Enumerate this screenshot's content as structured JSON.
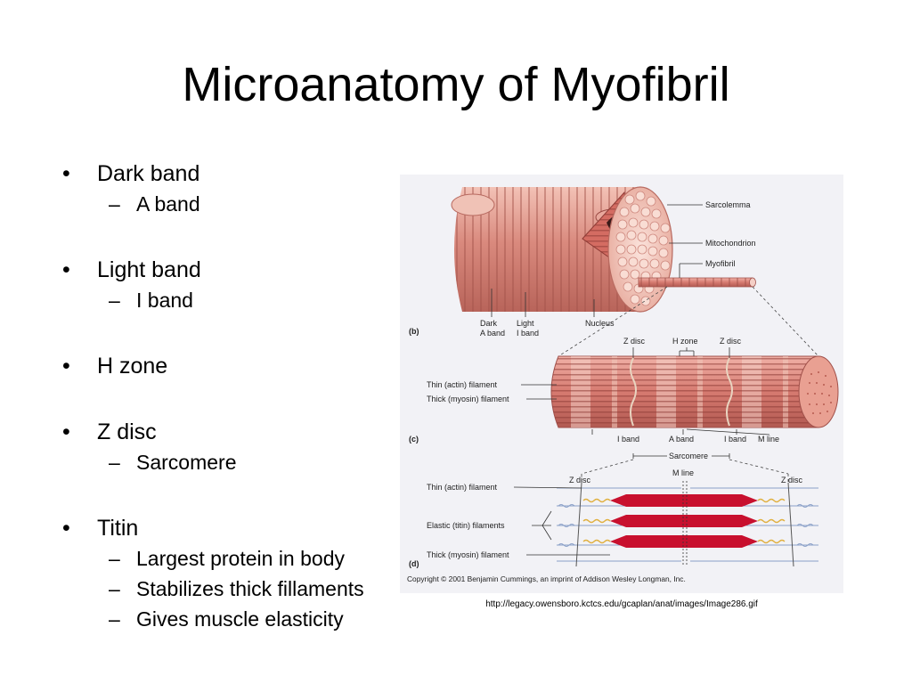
{
  "title": "Microanatomy of Myofibril",
  "bullets": [
    {
      "text": "Dark band",
      "sub": [
        "A band"
      ]
    },
    {
      "text": "Light band",
      "sub": [
        "I band"
      ]
    },
    {
      "text": "H zone",
      "sub": []
    },
    {
      "text": "Z disc",
      "sub": [
        "Sarcomere"
      ]
    },
    {
      "text": "Titin",
      "sub": [
        "Largest protein in body",
        "Stabilizes thick fillaments",
        "Gives muscle elasticity"
      ]
    }
  ],
  "bullet_glyph": "•",
  "sub_glyph": "–",
  "figure": {
    "panel_b": {
      "letter": "(b)",
      "sarcolemma": "Sarcolemma",
      "mitochondrion": "Mitochondrion",
      "myofibril": "Myofibril",
      "dark": "Dark",
      "a_band": "A band",
      "light": "Light",
      "i_band": "I band",
      "nucleus": "Nucleus"
    },
    "panel_c": {
      "letter": "(c)",
      "z_disc": "Z disc",
      "h_zone": "H zone",
      "thin": "Thin (actin) filament",
      "thick": "Thick (myosin) filament",
      "i_band": "I band",
      "a_band": "A band",
      "m_line": "M line",
      "sarcomere": "Sarcomere"
    },
    "panel_d": {
      "letter": "(d)",
      "m_line": "M line",
      "z_disc": "Z disc",
      "thin": "Thin (actin) filament",
      "elastic": "Elastic (titin) filaments",
      "thick": "Thick (myosin) filament"
    },
    "copyright": "Copyright © 2001 Benjamin Cummings, an imprint of Addison Wesley Longman, Inc.",
    "colors": {
      "muscle": "#d4837a",
      "muscle_light": "#efb8aa",
      "myosin": "#c8102e",
      "titin": "#e0b040",
      "actin": "#8aa0c8"
    }
  },
  "source_url": "http://legacy.owensboro.kctcs.edu/gcaplan/anat/images/Image286.gif"
}
